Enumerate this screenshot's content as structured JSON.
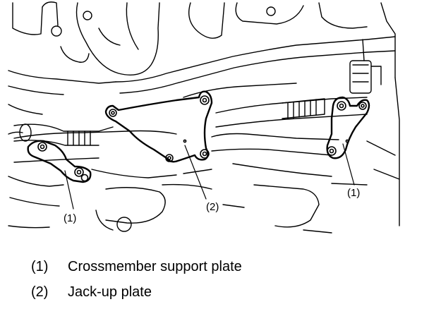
{
  "figure": {
    "callouts": {
      "left_plate": "(1)",
      "jackup_plate": "(2)",
      "right_plate": "(1)"
    }
  },
  "legend": [
    {
      "number": "(1)",
      "label": "Crossmember support plate"
    },
    {
      "number": "(2)",
      "label": "Jack-up plate"
    }
  ],
  "colors": {
    "line": "#000000",
    "background": "#ffffff"
  }
}
